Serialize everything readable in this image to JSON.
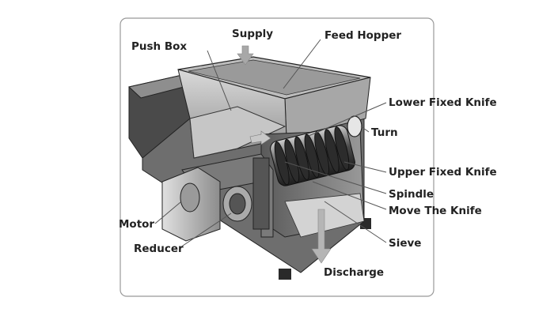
{
  "labels": {
    "supply": "Supply",
    "feed_hopper": "Feed Hopper",
    "push_box": "Push Box",
    "lower_fixed_knife": "Lower Fixed Knife",
    "turn": "Turn",
    "upper_fixed_knife": "Upper Fixed Knife",
    "spindle": "Spindle",
    "move_the_knife": "Move The Knife",
    "motor": "Motor",
    "sieve": "Sieve",
    "reducer": "Reducer",
    "discharge": "Discharge"
  },
  "colors": {
    "frame_border": "#999999",
    "machine_dark": "#3a3a3a",
    "machine_mid": "#8a8a8a",
    "machine_light": "#bdbdbd",
    "arrow": "#a8a8a8"
  }
}
